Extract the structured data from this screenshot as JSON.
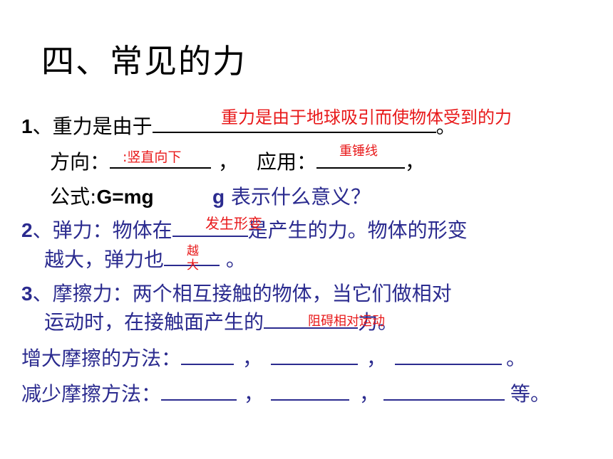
{
  "title": "四、常见的力",
  "gravity": {
    "num": "1",
    "lead": "、重力是由于",
    "end": "。",
    "answer": "重力是由于地球吸引而使物体受到的力",
    "dir_label": "方向：",
    "dir_answer": ":竖直向下",
    "comma1": "，",
    "app_label": "应用：",
    "app_answer": "重锤线",
    "comma2": "，",
    "formula_label": "公式:",
    "formula": "G=mg",
    "g_letter": "g",
    "g_question": " 表示什么意义？"
  },
  "elastic": {
    "num": "2",
    "lead": "、弹力：物体在",
    "answer": "发生形变",
    "tail": "是产生的力。物体的形变",
    "line2_lead": "越大，弹力也",
    "answer2_a": "越",
    "answer2_b": "大",
    "line2_end": " 。"
  },
  "friction": {
    "num": "3",
    "line1": "、摩擦力：两个相互接触的物体，当它们做相对",
    "line2_lead": "运动时，在接触面产生的",
    "answer": "阻碍相对运动",
    "line2_end": "力。"
  },
  "increase": {
    "label": "增大摩擦的方法：",
    "sep1": "，",
    "sep2": "，",
    "end": "。"
  },
  "decrease": {
    "label": "减少摩擦方法：",
    "sep1": "，",
    "sep2": "，",
    "end": "等。"
  }
}
